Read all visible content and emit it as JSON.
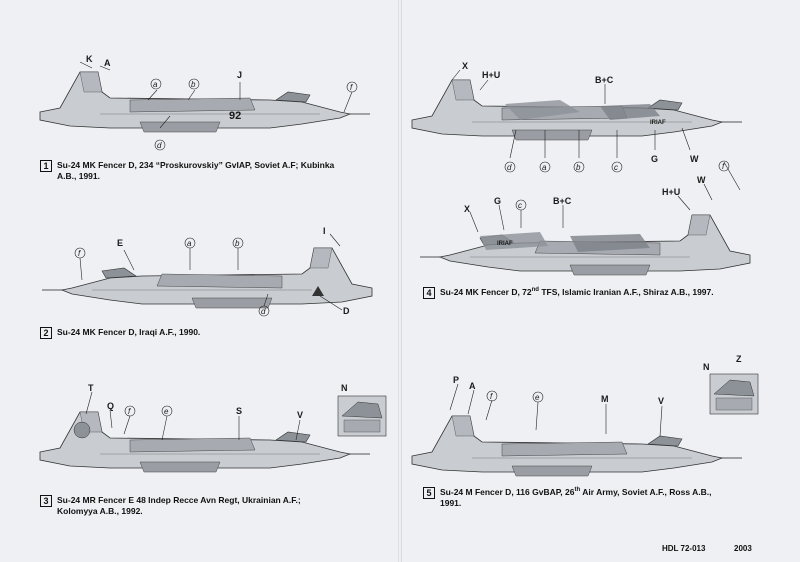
{
  "profiles": [
    {
      "id": "1",
      "callouts": [
        "K",
        "A",
        "J",
        "92",
        "a",
        "b",
        "d",
        "f"
      ],
      "caption_a": "Su-24 MK Fencer D, 234 “Proskurovskiy” GvIAP, Soviet A.F; Kubinka",
      "caption_b": "A.B., 1991."
    },
    {
      "id": "2",
      "callouts": [
        "E",
        "a",
        "b",
        "I",
        "f",
        "d",
        "D"
      ],
      "caption_a": "Su-24 MK Fencer D, Iraqi  A.F., 1990.",
      "caption_b": ""
    },
    {
      "id": "3",
      "callouts": [
        "T",
        "Q",
        "f",
        "e",
        "S",
        "V",
        "N"
      ],
      "caption_a": "Su-24 MR Fencer E 48 Indep Recce Avn Regt,   Ukrainian A.F.;",
      "caption_b": "Kolomyya A.B., 1992."
    },
    {
      "id": "4",
      "callouts": [
        "X",
        "H+U",
        "B+C",
        "IRIAF",
        "d",
        "a",
        "b",
        "c",
        "G",
        "W",
        "f"
      ],
      "callouts_lower": [
        "H+U",
        "W",
        "X",
        "G",
        "c",
        "B+C",
        "IRIAF"
      ],
      "caption_pre": "Su-24 MK Fencer D, 72",
      "caption_sup": "nd",
      "caption_post": " TFS, Islamic Iranian A.F., Shiraz A.B., 1997."
    },
    {
      "id": "5",
      "callouts": [
        "P",
        "A",
        "f",
        "e",
        "M",
        "V",
        "N",
        "Z"
      ],
      "caption_pre": "Su-24 M Fencer D, 116 GvBAP, 26",
      "caption_sup": "th",
      "caption_post": " Air Army, Soviet A.F., Ross A.B.,",
      "caption_b": "1991."
    }
  ],
  "footer": {
    "code": "HDL 72-013",
    "year": "2003"
  },
  "colors": {
    "paper": "#eef0f3",
    "aircraft_light": "#c9cdd2",
    "aircraft_mid": "#a7abb1",
    "aircraft_dark": "#7d8288",
    "ink": "#1a1a1a"
  }
}
